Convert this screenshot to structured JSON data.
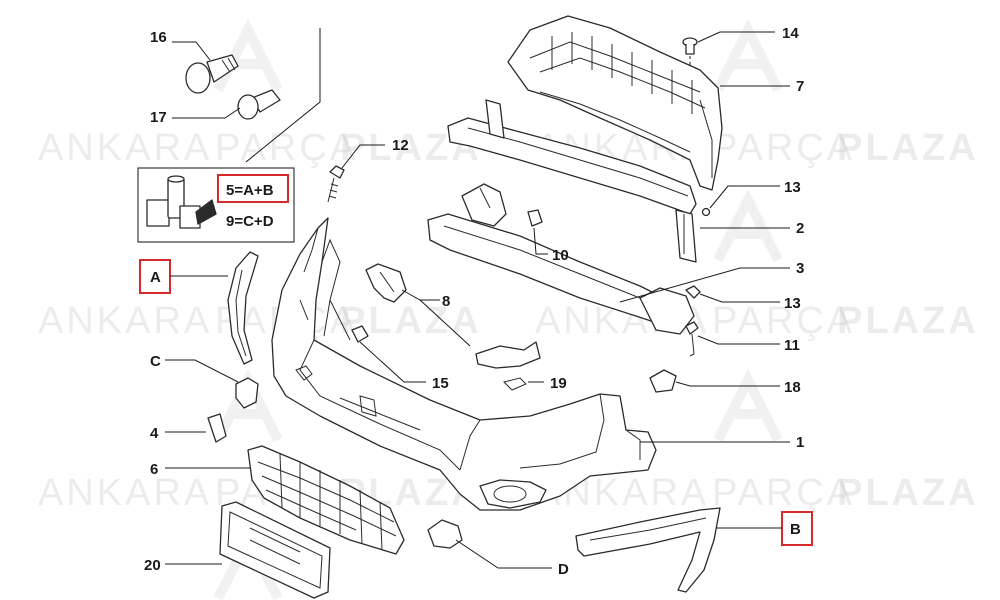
{
  "watermark": {
    "left": "ANKARA",
    "middle": "PARÇA",
    "right": "PLAZA"
  },
  "legend": {
    "line1": "5=A+B",
    "line2": "9=C+D"
  },
  "callouts": {
    "c1": "1",
    "c2": "2",
    "c3": "3",
    "c4": "4",
    "c6": "6",
    "c7": "7",
    "c8": "8",
    "c10": "10",
    "c11": "11",
    "c12": "12",
    "c13a": "13",
    "c13b": "13",
    "c14": "14",
    "c15": "15",
    "c16": "16",
    "c17": "17",
    "c18": "18",
    "c19": "19",
    "c20": "20",
    "cA": "A",
    "cB": "B",
    "cC": "C",
    "cD": "D"
  }
}
